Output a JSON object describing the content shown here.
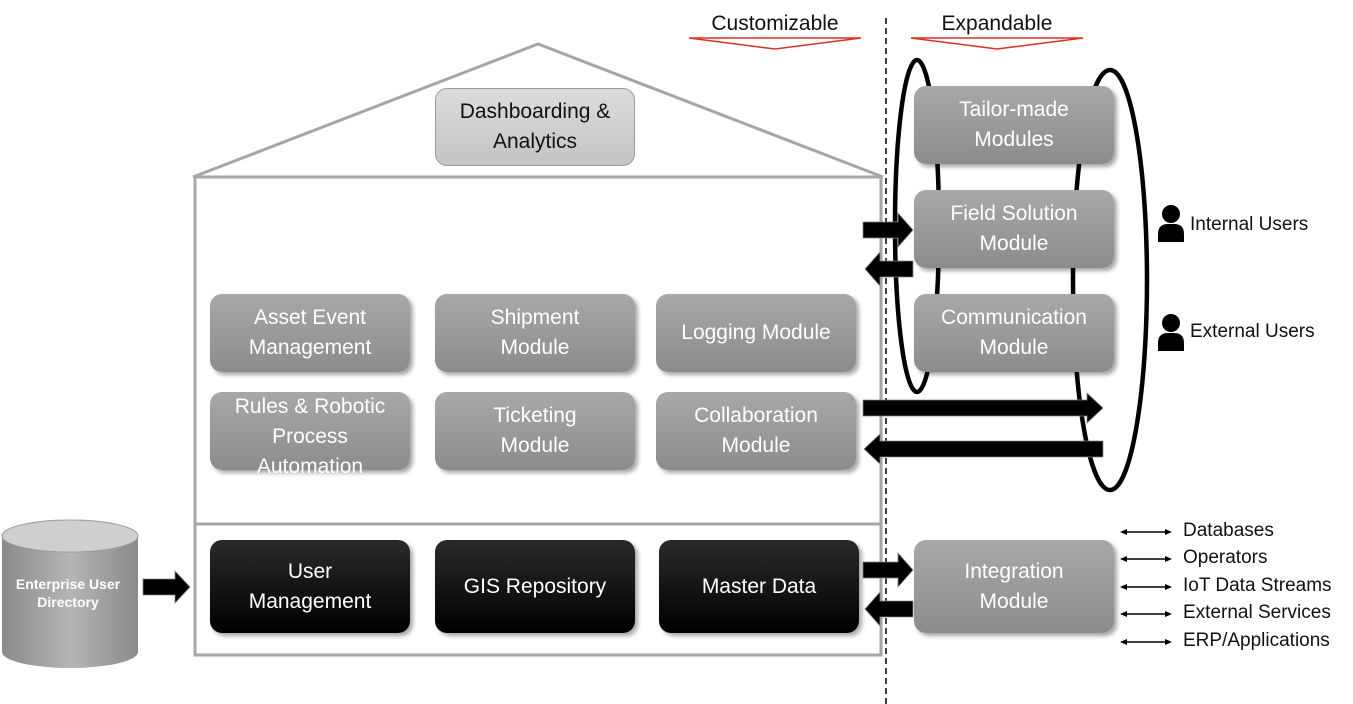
{
  "headers": {
    "customizable": "Customizable",
    "expandable": "Expandable"
  },
  "roof_module": {
    "label": "Dashboarding &\nAnalytics"
  },
  "core_modules": [
    {
      "label": "Asset Event\nManagement"
    },
    {
      "label": "Shipment\nModule"
    },
    {
      "label": "Logging Module"
    },
    {
      "label": "Rules & Robotic\nProcess\nAutomation"
    },
    {
      "label": "Ticketing\nModule"
    },
    {
      "label": "Collaboration\nModule"
    }
  ],
  "foundation_modules": [
    {
      "label": "User\nManagement"
    },
    {
      "label": "GIS Repository"
    },
    {
      "label": "Master Data"
    }
  ],
  "expandable_modules": [
    {
      "label": "Tailor-made\nModules"
    },
    {
      "label": "Field Solution\nModule"
    },
    {
      "label": "Communication\nModule"
    }
  ],
  "integration_module": {
    "label": "Integration\nModule"
  },
  "enterprise_directory": {
    "label": "Enterprise User\nDirectory"
  },
  "users": {
    "internal": "Internal Users",
    "external": "External Users"
  },
  "integration_targets": [
    "Databases",
    "Operators",
    "IoT Data Streams",
    "External Services",
    "ERP/Applications"
  ]
}
